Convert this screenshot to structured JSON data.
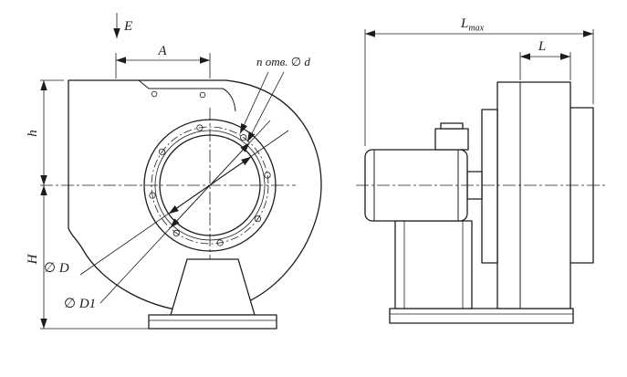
{
  "drawing": {
    "colors": {
      "ink": "#1c1c1c",
      "paper": "#ffffff"
    },
    "front_view": {
      "view_arrow_label": "E",
      "dim_width": "A",
      "holes_note": "n отв. ∅ d",
      "dim_axis_height": "h",
      "dim_total_height": "H",
      "dim_inlet_diameter": "∅ D",
      "dim_bolt_circle_diameter": "∅ D1"
    },
    "side_view": {
      "dim_total_length_base": "L",
      "dim_total_length_sub": "max",
      "dim_housing_width": "L"
    }
  }
}
